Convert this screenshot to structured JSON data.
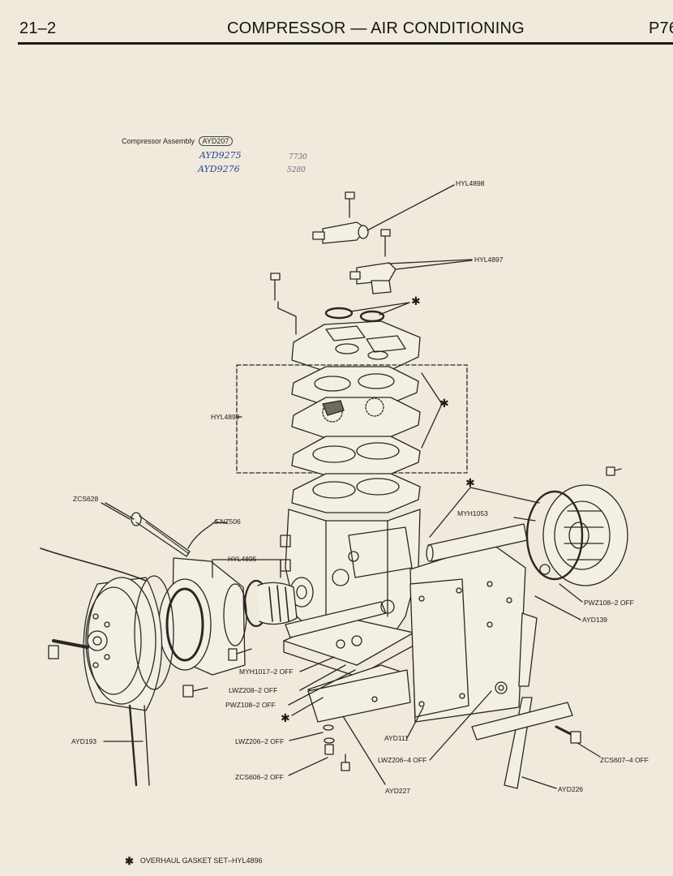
{
  "header": {
    "page_number": "21–2",
    "title": "COMPRESSOR — AIR CONDITIONING",
    "code": "P76"
  },
  "assembly": {
    "label": "Compressor Assembly",
    "part": "AYD207",
    "handwritten": [
      "AYD9275",
      "AYD9276"
    ],
    "pencil": [
      "7730",
      "5280"
    ]
  },
  "labels": {
    "HYL4898": "HYL4898",
    "HYL4897": "HYL4897",
    "HYL4899": "HYL4899",
    "ZCS628": "ZCS628",
    "FNZ506": "FNZ506",
    "HYL4895": "HYL4895",
    "MYH1053": "MYH1053",
    "PWZ108_right": "PWZ108–2 OFF",
    "AYD139": "AYD139",
    "MYH1017": "MYH1017–2 OFF",
    "LWZ208": "LWZ208–2 OFF",
    "PWZ108_left": "PWZ108–2 OFF",
    "AYD193": "AYD193",
    "LWZ206_2": "LWZ206–2 OFF",
    "ZCS606": "ZCS606–2 OFF",
    "AYD111": "AYD111",
    "LWZ206_4": "LWZ206–4 OFF",
    "AYD227": "AYD227",
    "ZCS607": "ZCS607–4 OFF",
    "AYD226": "AYD226"
  },
  "footer": {
    "star": "✱",
    "text": "OVERHAUL GASKET SET–HYL4896"
  }
}
